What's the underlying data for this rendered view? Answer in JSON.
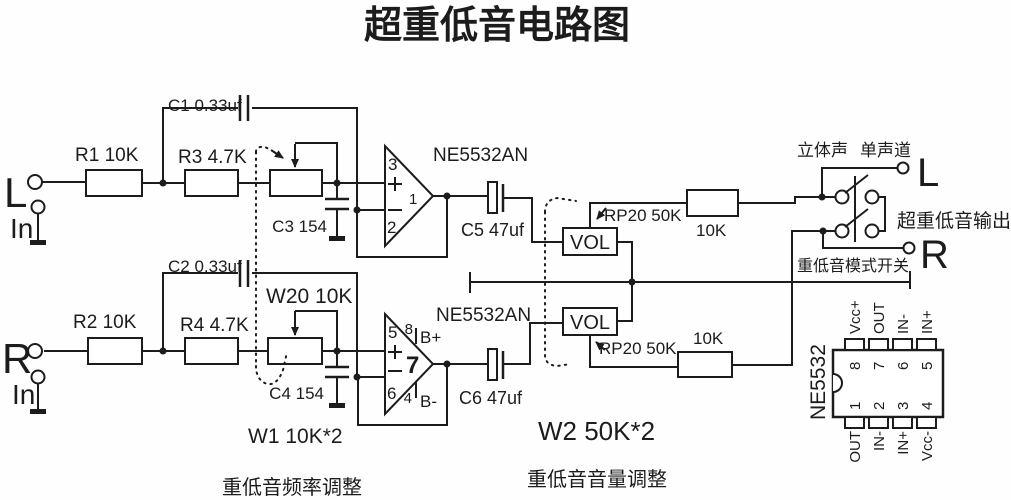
{
  "title": "超重低音电路图",
  "inputs": {
    "left": {
      "port": "L",
      "in": "In"
    },
    "right": {
      "port": "R",
      "in": "In"
    }
  },
  "resistors": {
    "r1": "R1  10K",
    "r2": "R2 10K",
    "r3": "R3 4.7K",
    "r4": "R4 4.7K",
    "rtop10k": "10K",
    "rbot10k": "10K"
  },
  "capacitors": {
    "c1": "C1  0.33uf",
    "c2": "C2  0.33uf",
    "c3": "C3 154",
    "c4": "C4 154",
    "c5": "C5  47uf",
    "c6": "C6 47uf"
  },
  "pots": {
    "w20": "W20  10K",
    "w1": "W1  10K*2",
    "w2": "W2 50K*2",
    "rp20_top": "RP20  50K",
    "rp20_bot": "RP20  50K",
    "vol_top": "VOL",
    "vol_bot": "VOL"
  },
  "opamp_top": {
    "name": "NE5532AN",
    "pin_in_plus": "3",
    "pin_in_minus": "2",
    "pin_out": "1"
  },
  "opamp_bot": {
    "name": "NE5532AN",
    "pin_in_plus": "5",
    "pin_in_minus": "6",
    "pin_out": "7",
    "pin_vcc": "8",
    "vcc": "B+",
    "pin_vee": "4",
    "vee": "B-"
  },
  "switch": {
    "stereo": "立体声",
    "mono": "单声道",
    "out_l": "L",
    "out_r": "R",
    "output": "超重低音输出",
    "mode": "重低音模式开关"
  },
  "notes": {
    "freq": "重低音频率调整",
    "vol": "重低音音量调整"
  },
  "ic": {
    "name": "NE5532",
    "top_pins": [
      {
        "num": "8",
        "label": "Vcc+"
      },
      {
        "num": "7",
        "label": "OUT"
      },
      {
        "num": "6",
        "label": "IN-"
      },
      {
        "num": "5",
        "label": "IN+"
      }
    ],
    "bottom_pins": [
      {
        "num": "1",
        "label": "OUT"
      },
      {
        "num": "2",
        "label": "IN-"
      },
      {
        "num": "3",
        "label": "IN+"
      },
      {
        "num": "4",
        "label": "Vcc-"
      }
    ]
  }
}
